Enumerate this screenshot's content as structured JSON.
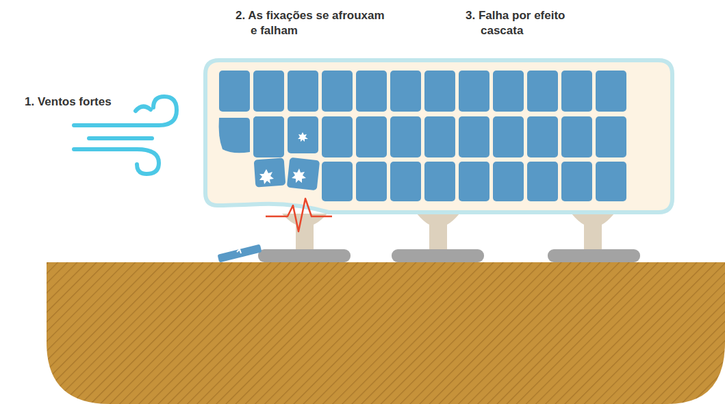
{
  "diagram": {
    "labels": [
      "1. Ventos fortes",
      "2. As fixações se afrouxam e falham",
      "3. Falha por efeito cascata"
    ]
  }
}
